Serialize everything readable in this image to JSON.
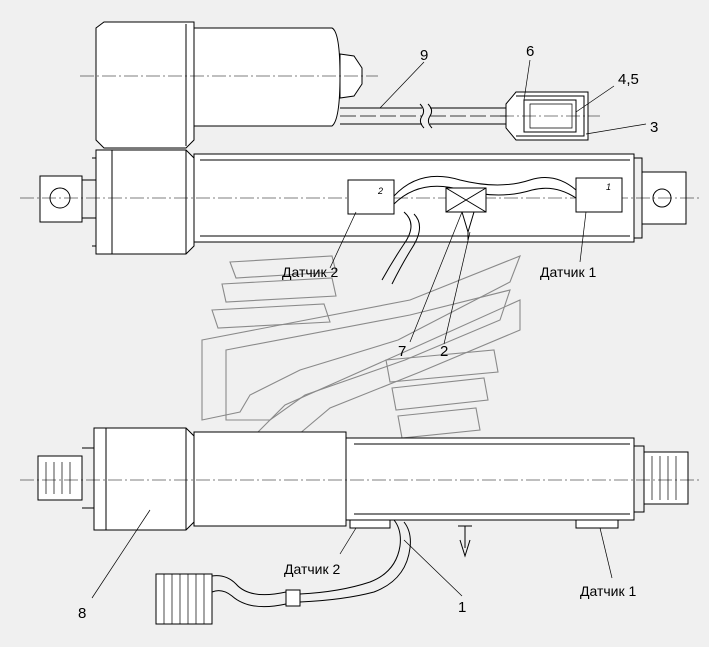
{
  "callouts": {
    "c1": "1",
    "c2": "2",
    "c3": "3",
    "c45": "4,5",
    "c6": "6",
    "c7": "7",
    "c8": "8",
    "c9": "9"
  },
  "sensor_labels": {
    "top_left": "Датчик 2",
    "top_right": "Датчик 1",
    "bottom_left": "Датчик 2",
    "bottom_right": "Датчик 1"
  },
  "sensor_marks": {
    "top_left": "2",
    "top_right": "1"
  },
  "colors": {
    "background": "#f0f0f0",
    "line": "#000000",
    "watermark": "#8a8a8a"
  }
}
